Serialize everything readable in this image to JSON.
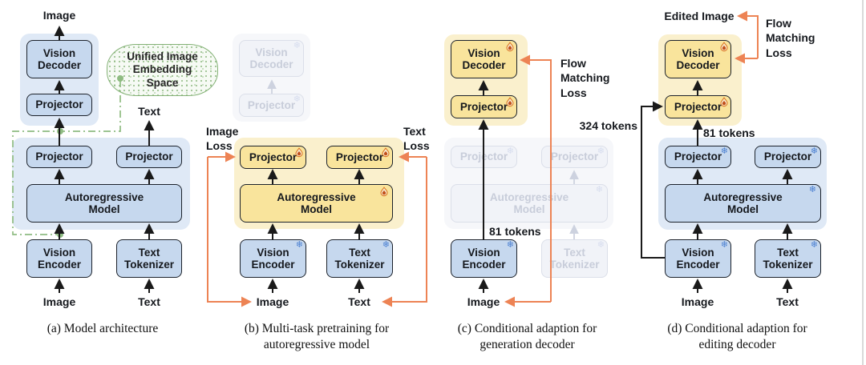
{
  "colors": {
    "box_blue": "#c6d8ee",
    "box_yellow": "#f9e49c",
    "container_blue": "#dfe9f6",
    "container_yellow": "#faf0cd",
    "ghost_fill": "#f1f3f8",
    "green": "#84b276",
    "orange": "#ed8354",
    "line_black": "#1a1a1a"
  },
  "icons": {
    "trainable": "flame-icon",
    "frozen": "snowflake-icon",
    "snowflake_glyph": "❄"
  },
  "boxes": {
    "vision_decoder": "Vision Decoder",
    "projector": "Projector",
    "autoregressive_model": "Autoregressive Model",
    "vision_encoder": "Vision Encoder",
    "text_tokenizer": "Text Tokenizer"
  },
  "labels": {
    "image": "Image",
    "text": "Text",
    "edited_image": "Edited Image",
    "image_loss": "Image Loss",
    "text_loss": "Text Loss",
    "flow_matching_loss": "Flow Matching Loss",
    "tokens_81": "81 tokens",
    "tokens_324": "324 tokens",
    "embedding_space": "Unified Image Embedding Space"
  },
  "captions": {
    "a": "(a) Model architecture",
    "b": "(b) Multi-task pretraining for autoregressive model",
    "c": "(c) Conditional adaption for generation decoder",
    "d": "(d) Conditional adaption for editing decoder"
  }
}
